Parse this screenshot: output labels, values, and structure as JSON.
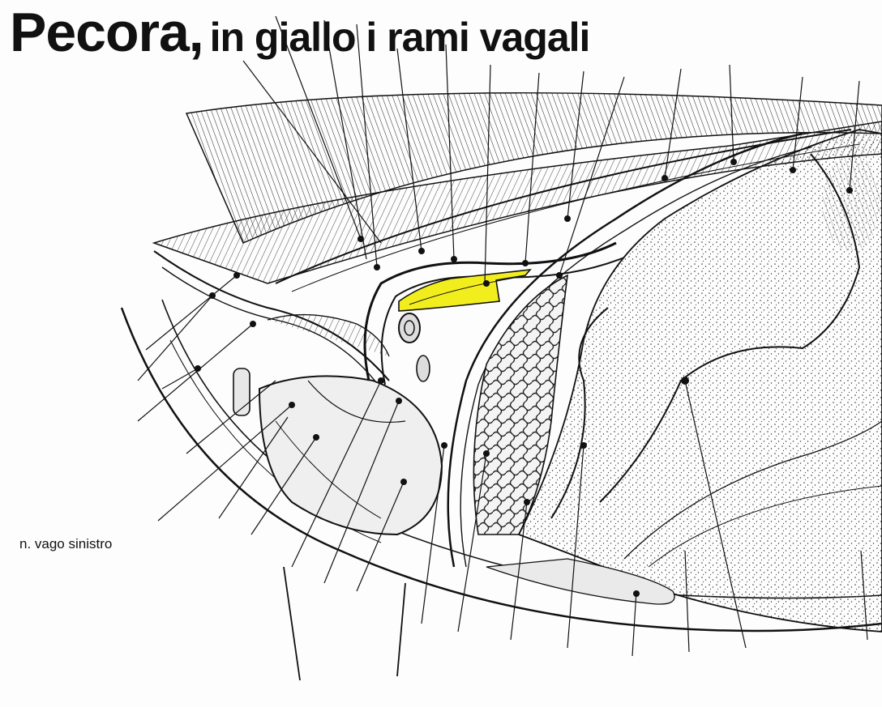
{
  "title": {
    "part1": "Pecora,",
    "part2": "in giallo i rami vagali"
  },
  "labels": {
    "left_vagus": "n. vago sinistro"
  },
  "colors": {
    "highlight": "#f2ee1e",
    "ink": "#111111",
    "background": "#fdfdfd"
  }
}
